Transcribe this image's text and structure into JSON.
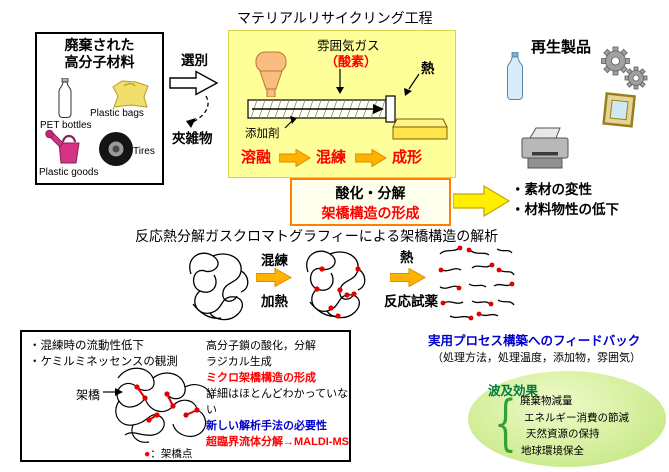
{
  "title": "マテリアルリサイクリング工程",
  "waste_box": {
    "title_line1": "廃棄された",
    "title_line2": "高分子材料",
    "label_pet": "PET bottles",
    "label_bags": "Plastic bags",
    "label_goods": "Plastic goods",
    "label_tires": "Tires"
  },
  "sorting": {
    "label": "選別",
    "impurities": "夾雑物"
  },
  "process": {
    "atmosphere_gas": "雰囲気ガス",
    "oxygen": "（酸素）",
    "heat": "熱",
    "additive": "添加剤",
    "step_melt": "溶融",
    "step_knead": "混練",
    "step_mold": "成形"
  },
  "products": {
    "title": "再生製品"
  },
  "degradation": {
    "line1": "酸化・分解",
    "line2": "架橋構造の形成"
  },
  "effects": {
    "line1": "・素材の変性",
    "line2": "・材料物性の低下"
  },
  "analysis": {
    "title": "反応熱分解ガスクロマトグラフィーによる架橋構造の解析",
    "knead": "混練",
    "heat1": "加熱",
    "heat2": "熱",
    "reagent": "反応試薬"
  },
  "observation": {
    "bullet1": "・混練時の流動性低下",
    "bullet2": "・ケミルミネッセンスの観測",
    "crosslink": "架橋",
    "legend_dot": "●",
    "legend_text": "：架橋点",
    "line1": "高分子鎖の酸化，分解",
    "line2": "ラジカル生成",
    "line3": "ミクロ架橋構造の形成",
    "line4": "詳細はほとんどわかっていない",
    "line5": "新しい解析手法の必要性",
    "line6": "超臨界流体分解→MALDI-MS"
  },
  "feedback": {
    "title": "実用プロセス構築へのフィードバック",
    "subtitle": "（処理方法，処理温度，添加物，雰囲気）"
  },
  "ripple": {
    "title": "波及効果",
    "brace": "{",
    "items": [
      "廃棄物減量",
      "エネルギー消費の節減",
      "天然資源の保持",
      "地球環境保全"
    ]
  },
  "colors": {
    "red_text": "#ff0000",
    "blue_text": "#0000cc",
    "orange_border": "#ff8000",
    "process_bg": "#ffff99",
    "arrow_yellow": "#ffee00",
    "step_arrow": "#ffb300",
    "ellipse_green": "#cdeb90",
    "ripple_title_green": "#007a40"
  }
}
